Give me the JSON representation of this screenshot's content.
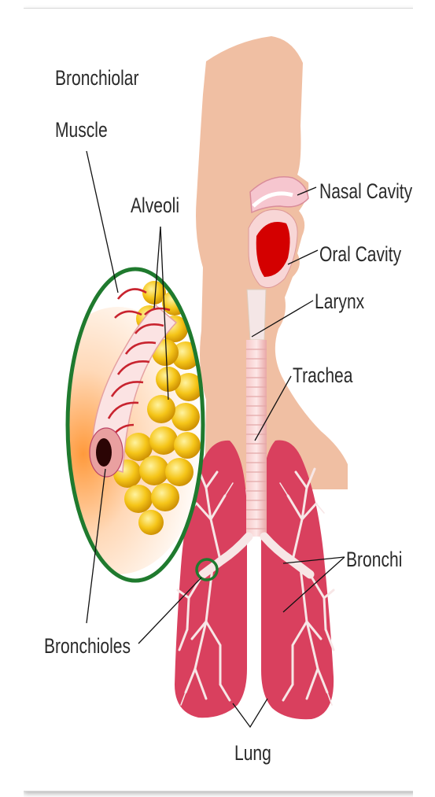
{
  "labels": {
    "bronchiolar_muscle_line1": "Bronchiolar",
    "bronchiolar_muscle_line2": "Muscle",
    "alveoli": "Alveoli",
    "nasal_cavity": "Nasal Cavity",
    "oral_cavity": "Oral Cavity",
    "larynx": "Larynx",
    "trachea": "Trachea",
    "bronchi": "Bronchi",
    "bronchioles": "Bronchioles",
    "lung": "Lung"
  },
  "colors": {
    "skin": "#f0bfa3",
    "lung": "#d9405e",
    "airway": "#f4dde0",
    "mouth": "#d40000",
    "nasal": "#f6c6cf",
    "circle": "#1f7a2e",
    "alveoli": "#f3c21c",
    "muscle": "#c8242f"
  }
}
